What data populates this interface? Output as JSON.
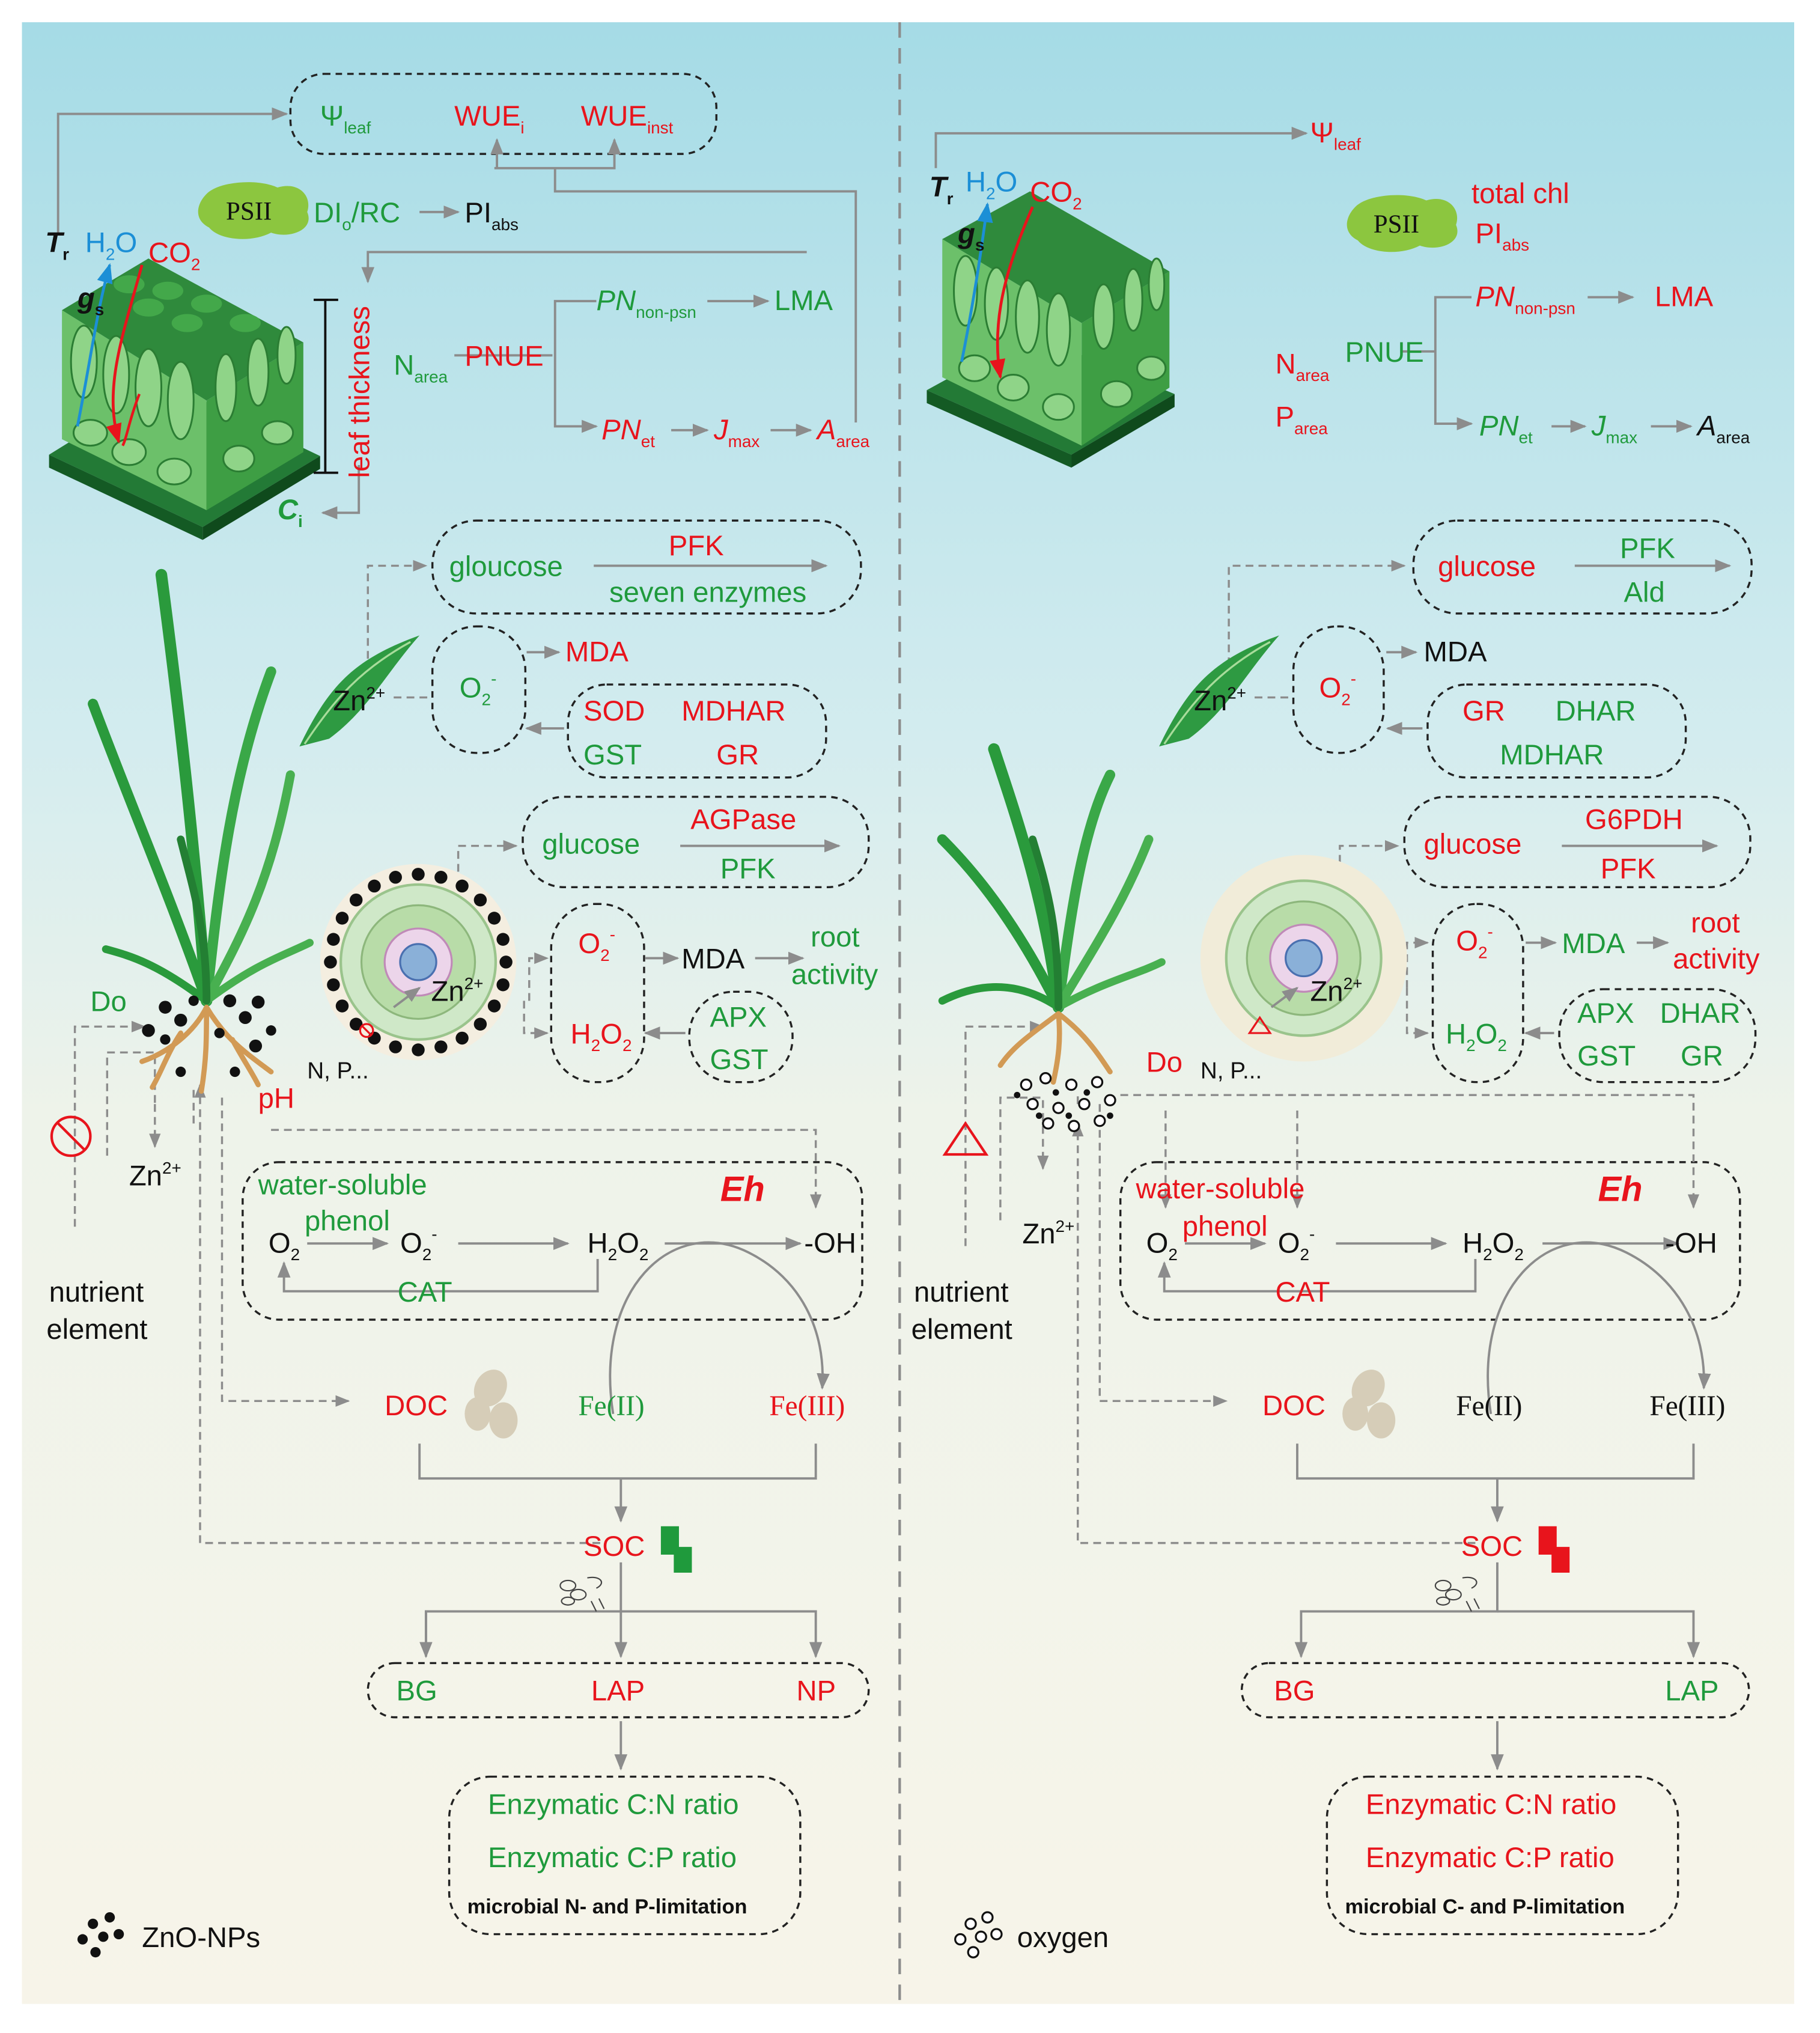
{
  "colors": {
    "red": "#e8141c",
    "green": "#1f9a3c",
    "black": "#111111",
    "blue": "#1c8fd6",
    "arrow": "#8c8c8c",
    "sky_top": "#a5dbe6",
    "soil": "#f7f4e9"
  },
  "legend": {
    "zno": "ZnO-NPs",
    "oxygen": "oxygen"
  },
  "labels": {
    "psi": "Ψ",
    "leaf": "leaf",
    "wue": "WUE",
    "i": "i",
    "inst": "inst",
    "psii": "PSII",
    "di": "DI",
    "o": "o",
    "rc": "/RC",
    "pi": "PI",
    "abs": "abs",
    "t": "T",
    "r": "r",
    "h": "H",
    "o_letter": "O",
    "co": "CO",
    "two": "2",
    "g": "g",
    "s": "s",
    "c": "C",
    "leaf_thickness": "leaf thickness",
    "n": "N",
    "p": "P",
    "area": "area",
    "pnue": "PNUE",
    "pn": "PN",
    "non_psn": "non-psn",
    "et": "et",
    "lma": "LMA",
    "j": "J",
    "max": "max",
    "a": "A",
    "total_chl": "total chl",
    "glucose": "glucose",
    "gloucose": "gloucose",
    "pfk": "PFK",
    "seven_enzymes": "seven enzymes",
    "ald": "Ald",
    "agpase": "AGPase",
    "g6pdh": "G6PDH",
    "mda": "MDA",
    "zn": "Zn",
    "zn_charge": "2+",
    "minus": "-",
    "sod": "SOD",
    "mdhar": "MDHAR",
    "gst": "GST",
    "gr": "GR",
    "dhar": "DHAR",
    "apx": "APX",
    "root": "root",
    "activity": "activity",
    "do": "Do",
    "np_elements": "N, P...",
    "ph": "pH",
    "nutrient": "nutrient",
    "element": "element",
    "water_soluble": "water-soluble",
    "phenol": "phenol",
    "eh": "Eh",
    "oh": "-OH",
    "cat": "CAT",
    "doc": "DOC",
    "fe2": "Fe(II)",
    "fe3": "Fe(III)",
    "soc": "SOC",
    "bg": "BG",
    "lap": "LAP",
    "np": "NP",
    "ratio_cn": "Enzymatic C:N ratio",
    "ratio_cp": "Enzymatic C:P ratio",
    "limit_left": "microbial N- and P-limitation",
    "limit_right": "microbial C- and P-limitation"
  }
}
